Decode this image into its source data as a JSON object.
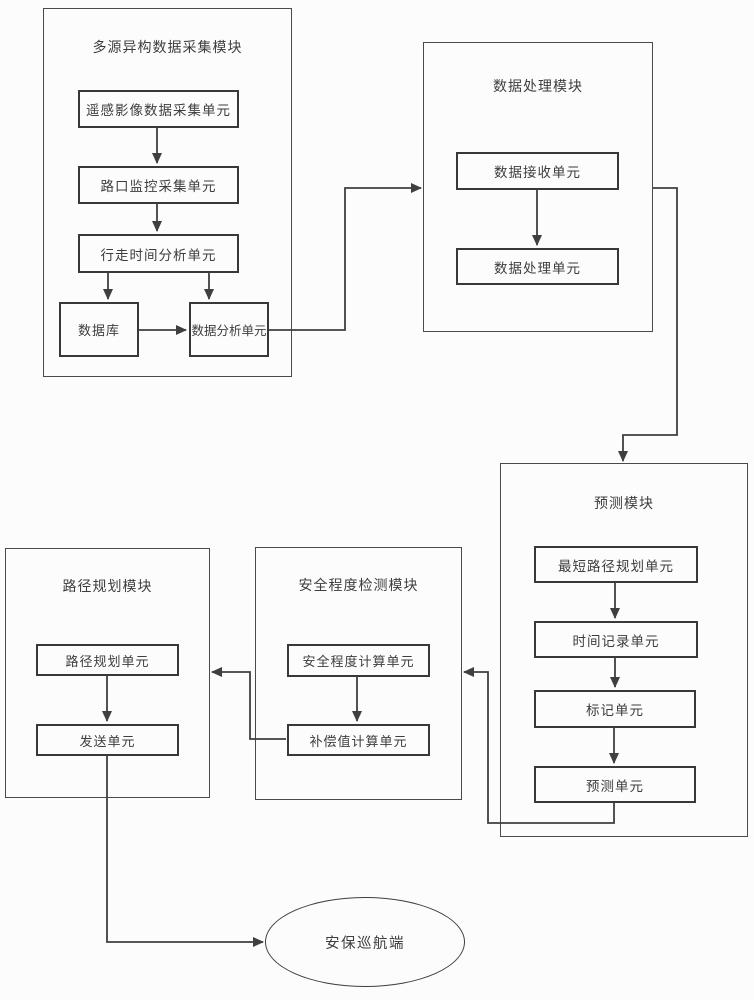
{
  "diagram": {
    "colors": {
      "line": "#3f3f3f",
      "background": "#fcfcfc",
      "text": "#3d3d3d"
    },
    "modules": {
      "collection": {
        "title": "多源异构数据采集模块",
        "units": {
          "remote_sensing": "遥感影像数据采集单元",
          "intersection_monitor": "路口监控采集单元",
          "walk_time": "行走时间分析单元",
          "database": "数据库",
          "data_analysis": "数据分析单元"
        }
      },
      "processing": {
        "title": "数据处理模块",
        "units": {
          "data_receive": "数据接收单元",
          "data_process": "数据处理单元"
        }
      },
      "prediction": {
        "title": "预测模块",
        "units": {
          "shortest_path": "最短路径规划单元",
          "time_record": "时间记录单元",
          "mark": "标记单元",
          "predict": "预测单元"
        }
      },
      "safety": {
        "title": "安全程度检测模块",
        "units": {
          "safety_calc": "安全程度计算单元",
          "compensation_calc": "补偿值计算单元"
        }
      },
      "route_plan": {
        "title": "路径规划模块",
        "units": {
          "route_plan_unit": "路径规划单元",
          "send": "发送单元"
        }
      }
    },
    "terminal": {
      "label": "安保巡航端"
    }
  }
}
